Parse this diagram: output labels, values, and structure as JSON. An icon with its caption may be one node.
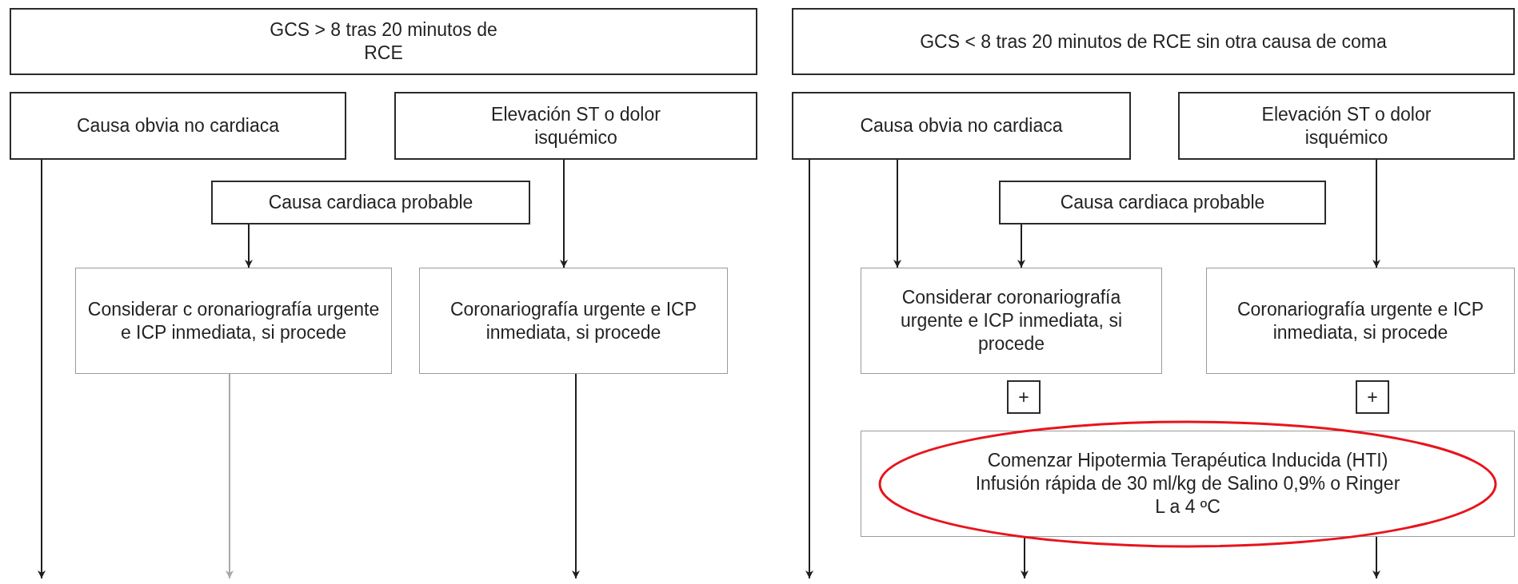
{
  "diagram": {
    "nodes": [
      {
        "text": [
          "GCS > 8 tras 20 minutos de RCE"
        ]
      },
      {
        "text": [
          "Causa obvia no cardiaca"
        ]
      },
      {
        "text": [
          "Elevación ST o dolor isquémico"
        ]
      },
      {
        "text": [
          "Causa cardiaca probable"
        ]
      },
      {
        "text": [
          "Considerar c oronariografía urgente e ICP inmediata, si procede"
        ]
      },
      {
        "text": [
          "Coronariografía urgente e ICP inmediata, si procede"
        ]
      },
      {
        "text": [
          "GCS < 8 tras 20 minutos de RCE sin otra causa de coma"
        ]
      },
      {
        "text": [
          "Causa obvia no cardiaca"
        ]
      },
      {
        "text": [
          "Elevación ST o dolor isquémico"
        ]
      },
      {
        "text": [
          "Causa cardiaca probable"
        ]
      },
      {
        "text": [
          "Considerar coronariografía urgente e ICP inmediata, si procede"
        ]
      },
      {
        "text": [
          "Coronariografía urgente e ICP inmediata, si procede"
        ]
      },
      {
        "text": [
          "+"
        ]
      },
      {
        "text": [
          "+"
        ]
      },
      {
        "text": [
          "Comenzar Hipotermia Terapéutica Inducida (HTI) Infusión rápida de 30 ml/kg de Salino 0,9% o Ringer L a 4 ºC"
        ]
      }
    ],
    "edges": [
      {
        "from": 1,
        "to": null,
        "arrow": "to"
      },
      {
        "from": 3,
        "to": 4,
        "arrow": "to"
      },
      {
        "from": 2,
        "to": 5,
        "arrow": "to"
      },
      {
        "from": 4,
        "to": null,
        "arrow": "to",
        "color": "#a8a8a8"
      },
      {
        "from": 5,
        "to": null,
        "arrow": "to"
      },
      {
        "from": 7,
        "to": null,
        "arrow": "to"
      },
      {
        "from": 7,
        "to": 10,
        "arrow": "to"
      },
      {
        "from": 9,
        "to": 10,
        "arrow": "to"
      },
      {
        "from": 8,
        "to": 11,
        "arrow": "to"
      },
      {
        "from": 14,
        "to": null,
        "arrow": "to"
      },
      {
        "from": 14,
        "to": null,
        "arrow": "to"
      }
    ]
  }
}
